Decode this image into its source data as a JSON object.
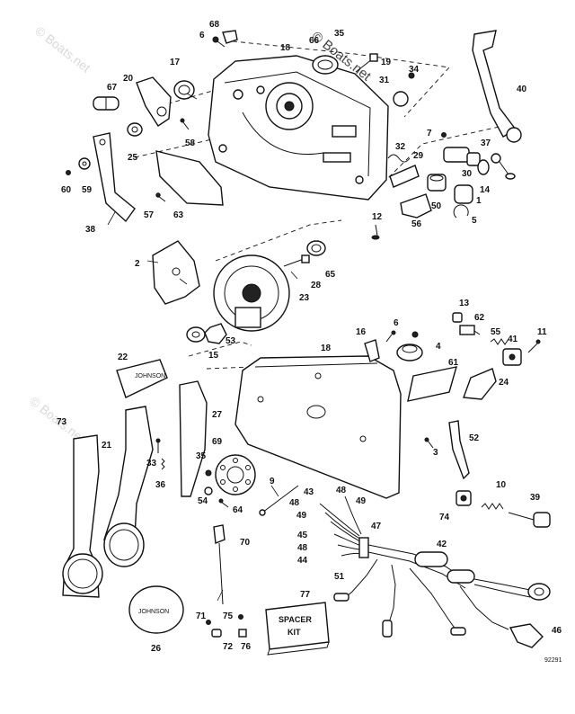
{
  "watermark": {
    "text": "© Boats.net"
  },
  "spacer_kit": {
    "line1": "SPACER",
    "line2": "KIT"
  },
  "drawing_number": "92291",
  "part_labels": [
    {
      "id": "68",
      "text": "68"
    },
    {
      "id": "6a",
      "text": "6"
    },
    {
      "id": "18a",
      "text": "18"
    },
    {
      "id": "66",
      "text": "66"
    },
    {
      "id": "35a",
      "text": "35"
    },
    {
      "id": "19",
      "text": "19"
    },
    {
      "id": "34",
      "text": "34"
    },
    {
      "id": "31",
      "text": "31"
    },
    {
      "id": "20",
      "text": "20"
    },
    {
      "id": "17",
      "text": "17"
    },
    {
      "id": "67",
      "text": "67"
    },
    {
      "id": "40",
      "text": "40"
    },
    {
      "id": "58",
      "text": "58"
    },
    {
      "id": "25",
      "text": "25"
    },
    {
      "id": "7",
      "text": "7"
    },
    {
      "id": "37",
      "text": "37"
    },
    {
      "id": "32",
      "text": "32"
    },
    {
      "id": "29",
      "text": "29"
    },
    {
      "id": "60",
      "text": "60"
    },
    {
      "id": "59",
      "text": "59"
    },
    {
      "id": "30",
      "text": "30"
    },
    {
      "id": "14",
      "text": "14"
    },
    {
      "id": "57",
      "text": "57"
    },
    {
      "id": "63",
      "text": "63"
    },
    {
      "id": "1",
      "text": "1"
    },
    {
      "id": "50",
      "text": "50"
    },
    {
      "id": "38",
      "text": "38"
    },
    {
      "id": "12",
      "text": "12"
    },
    {
      "id": "56",
      "text": "56"
    },
    {
      "id": "5",
      "text": "5"
    },
    {
      "id": "2",
      "text": "2"
    },
    {
      "id": "28",
      "text": "28"
    },
    {
      "id": "65",
      "text": "65"
    },
    {
      "id": "23",
      "text": "23"
    },
    {
      "id": "13",
      "text": "13"
    },
    {
      "id": "62",
      "text": "62"
    },
    {
      "id": "16",
      "text": "16"
    },
    {
      "id": "6b",
      "text": "6"
    },
    {
      "id": "53",
      "text": "53"
    },
    {
      "id": "55",
      "text": "55"
    },
    {
      "id": "11",
      "text": "11"
    },
    {
      "id": "41",
      "text": "41"
    },
    {
      "id": "4",
      "text": "4"
    },
    {
      "id": "15",
      "text": "15"
    },
    {
      "id": "18b",
      "text": "18"
    },
    {
      "id": "22",
      "text": "22"
    },
    {
      "id": "61",
      "text": "61"
    },
    {
      "id": "24",
      "text": "24"
    },
    {
      "id": "27",
      "text": "27"
    },
    {
      "id": "73",
      "text": "73"
    },
    {
      "id": "21",
      "text": "21"
    },
    {
      "id": "52",
      "text": "52"
    },
    {
      "id": "69",
      "text": "69"
    },
    {
      "id": "3",
      "text": "3"
    },
    {
      "id": "33",
      "text": "33"
    },
    {
      "id": "35b",
      "text": "35"
    },
    {
      "id": "36",
      "text": "36"
    },
    {
      "id": "9",
      "text": "9"
    },
    {
      "id": "43",
      "text": "43"
    },
    {
      "id": "48a",
      "text": "48"
    },
    {
      "id": "10",
      "text": "10"
    },
    {
      "id": "54",
      "text": "54"
    },
    {
      "id": "64",
      "text": "64"
    },
    {
      "id": "48b",
      "text": "48"
    },
    {
      "id": "49a",
      "text": "49"
    },
    {
      "id": "39",
      "text": "39"
    },
    {
      "id": "74",
      "text": "74"
    },
    {
      "id": "49b",
      "text": "49"
    },
    {
      "id": "47",
      "text": "47"
    },
    {
      "id": "45",
      "text": "45"
    },
    {
      "id": "70",
      "text": "70"
    },
    {
      "id": "42",
      "text": "42"
    },
    {
      "id": "48c",
      "text": "48"
    },
    {
      "id": "44",
      "text": "44"
    },
    {
      "id": "51",
      "text": "51"
    },
    {
      "id": "77",
      "text": "77"
    },
    {
      "id": "71",
      "text": "71"
    },
    {
      "id": "75",
      "text": "75"
    },
    {
      "id": "46",
      "text": "46"
    },
    {
      "id": "72",
      "text": "72"
    },
    {
      "id": "76",
      "text": "76"
    },
    {
      "id": "26",
      "text": "26"
    }
  ]
}
